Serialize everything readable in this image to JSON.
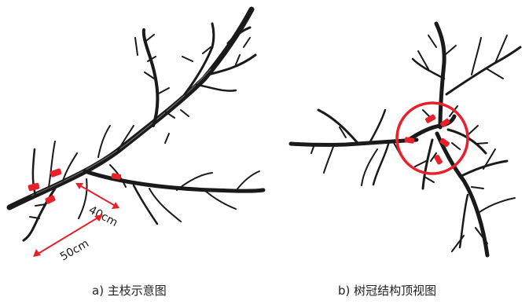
{
  "captions": {
    "a": "a) 主枝示意图",
    "b": "b) 树冠结构顶视图"
  },
  "dimensions": {
    "d1": "40cm",
    "d2": "50cm"
  },
  "colors": {
    "marker": "#e8202a",
    "branch": "#1a1a1a"
  }
}
